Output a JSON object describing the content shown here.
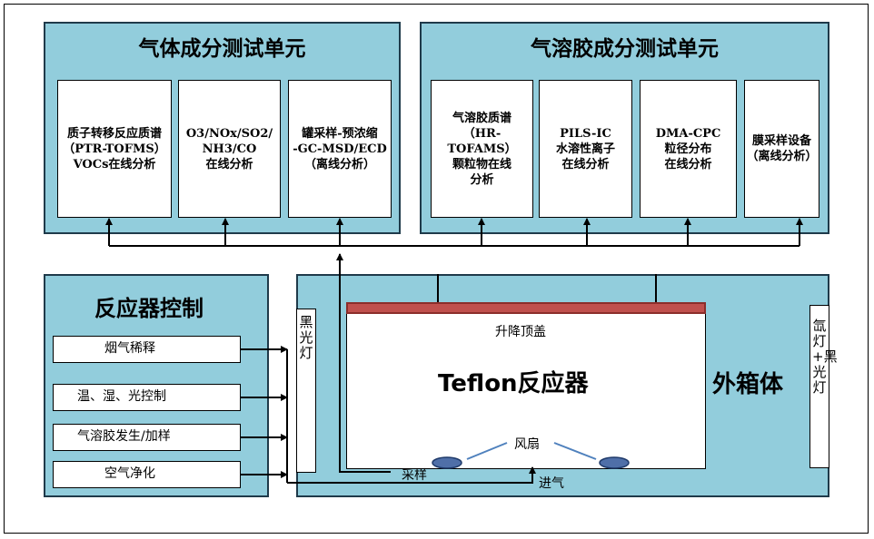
{
  "gas_unit": {
    "title": "气体成分测试单元",
    "instruments": [
      "质子转移反应质谱\n（PTR-TOFMS）\nVOCs在线分析",
      "O3/NOx/SO2/\nNH3/CO\n在线分析",
      "罐采样-预浓缩\n-GC-MSD/ECD\n（离线分析）"
    ]
  },
  "aerosol_unit": {
    "title": "气溶胶成分测试单元",
    "instruments": [
      "气溶胶质谱\n（HR-TOFAMS）\n颗粒物在线\n分析",
      "PILS-IC\n水溶性离子\n在线分析",
      "DMA-CPC\n粒径分布\n在线分析",
      "膜采样设备\n（离线分析）"
    ]
  },
  "reactor_control": {
    "title": "反应器控制",
    "items": [
      "烟气稀释",
      "温、湿、光控制",
      "气溶胶发生/加样",
      "空气净化"
    ]
  },
  "outer_box": {
    "title": "外箱体",
    "black_light": "黑光灯",
    "xenon_light": "氙灯+黑光灯",
    "lid": "升降顶盖",
    "reactor": "Teflon反应器",
    "fan": "风扇",
    "sampling": "采样",
    "inlet": "进气"
  }
}
